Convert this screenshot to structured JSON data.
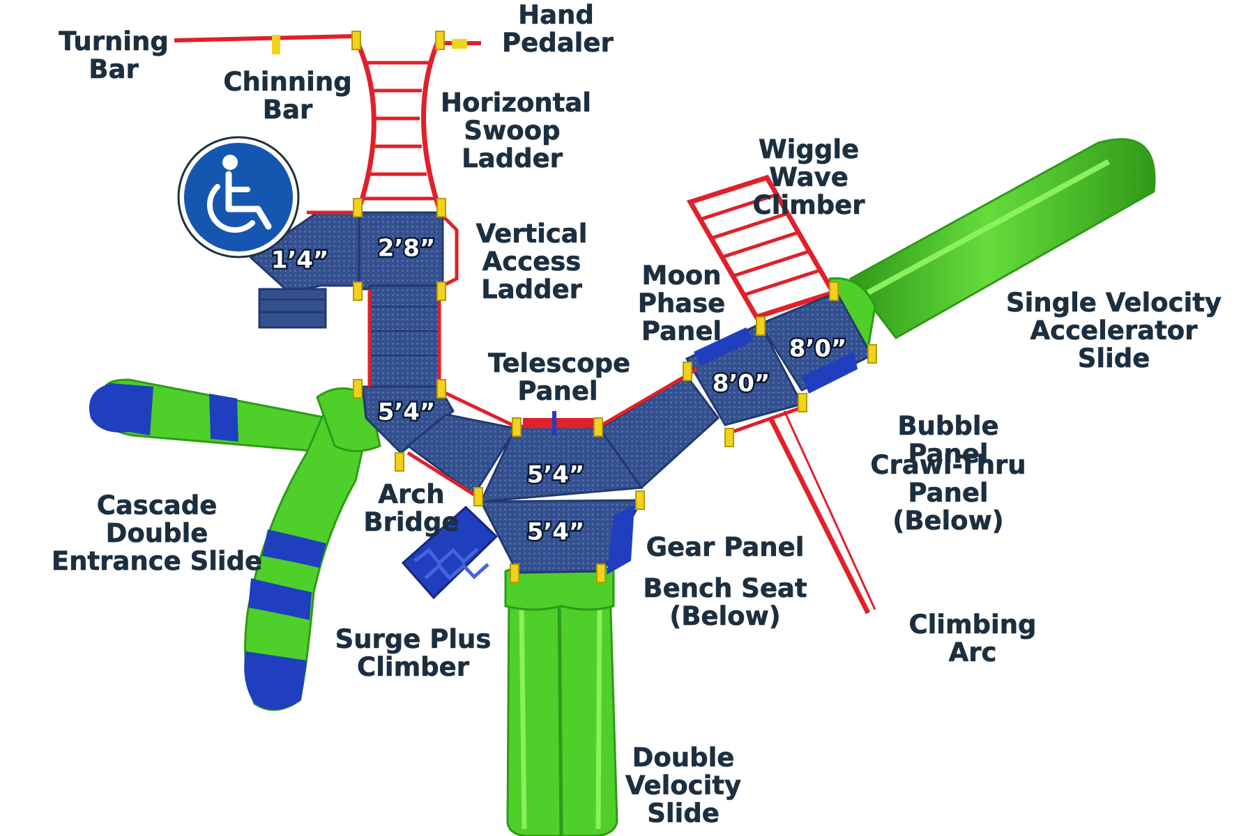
{
  "accessibility_icon": "wheelchair-accessible-icon",
  "colors": {
    "deck": "#34508f",
    "deck_dark": "#22396e",
    "rail": "#e0202a",
    "slide_green": "#4fcf2a",
    "slide_green_dark": "#2f9a18",
    "slide_blue": "#1f3fbf",
    "post_cap": "#f2d21a",
    "label_text": "#1c2f40",
    "icon_blue": "#1456b0"
  },
  "labels": {
    "turning_bar": "Turning\nBar",
    "hand_pedaler": "Hand\nPedaler",
    "chinning_bar": "Chinning\nBar",
    "horizontal_swoop_ladder": "Horizontal\nSwoop\nLadder",
    "vertical_access_ladder": "Vertical\nAccess\nLadder",
    "wiggle_wave_climber": "Wiggle Wave\nClimber",
    "moon_phase_panel": "Moon\nPhase\nPanel",
    "single_velocity_accelerator_slide": "Single Velocity\nAccelerator Slide",
    "telescope_panel": "Telescope\nPanel",
    "bubble_panel": "Bubble Panel",
    "crawl_thru_panel": "Crawl-Thru\nPanel (Below)",
    "cascade_double_entrance_slide": "Cascade Double\nEntrance Slide",
    "arch_bridge": "Arch\nBridge",
    "gear_panel": "Gear Panel",
    "bench_seat": "Bench Seat\n(Below)",
    "climbing_arc": "Climbing Arc",
    "surge_plus_climber": "Surge Plus\nClimber",
    "double_velocity_slide": "Double\nVelocity\nSlide"
  },
  "deck_heights": {
    "ramp": "1’4”",
    "top_deck": "2’8”",
    "left_deck": "5’4”",
    "hex_upper": "5’4”",
    "hex_lower": "5’4”",
    "right_deck_1": "8’0”",
    "right_deck_2": "8’0”"
  }
}
